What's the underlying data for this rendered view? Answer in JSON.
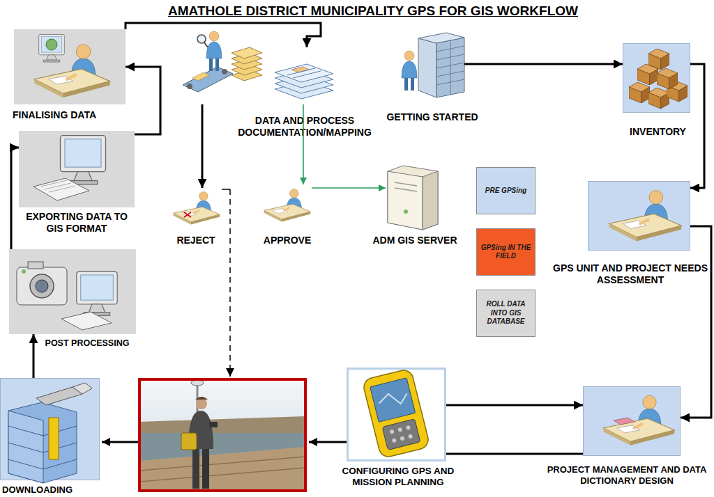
{
  "diagram": {
    "title": "AMATHOLE DISTRICT MUNICIPALITY GPS FOR GIS WORKFLOW",
    "nodes": [
      {
        "text": [
          "FINALISING DATA"
        ]
      },
      {
        "text": [
          "DATA AND PROCESS DOCUMENTATION/MAPPING"
        ]
      },
      {
        "text": [
          "GETTING STARTED"
        ]
      },
      {
        "text": [
          "INVENTORY"
        ]
      },
      {
        "text": [
          "EXPORTING DATA TO GIS FORMAT"
        ]
      },
      {
        "text": [
          "REJECT"
        ]
      },
      {
        "text": [
          "APPROVE"
        ]
      },
      {
        "text": [
          "ADM GIS SERVER"
        ]
      },
      {
        "text": [
          "GPS UNIT AND PROJECT NEEDS ASSESSMENT"
        ]
      },
      {
        "text": [
          "POST PROCESSING"
        ]
      },
      {
        "text": [
          "DOWNLOADING"
        ]
      },
      {
        "text": [
          "CONFIGURING GPS AND MISSION PLANNING"
        ]
      },
      {
        "text": [
          "PROJECT MANAGEMENT AND DATA DICTIONARY DESIGN"
        ]
      }
    ],
    "edges": [
      {
        "from": 0,
        "to": 1,
        "arrow": "to"
      },
      {
        "from": 4,
        "to": 0,
        "arrow": "to"
      },
      {
        "from": 9,
        "to": 4,
        "arrow": "to"
      },
      {
        "from": 10,
        "to": 9,
        "arrow": "to"
      },
      {
        "from": 1,
        "to": 5,
        "arrow": "to"
      },
      {
        "from": 1,
        "to": 6,
        "arrow": "to"
      },
      {
        "from": 6,
        "to": 7,
        "arrow": "to"
      },
      {
        "from": 2,
        "to": 3,
        "arrow": "to"
      },
      {
        "from": 3,
        "to": 8,
        "arrow": "to"
      },
      {
        "from": 8,
        "to": 12,
        "arrow": "to"
      },
      {
        "from": 11,
        "to": 12,
        "arrow": "to"
      },
      {
        "from": 12,
        "to": 11,
        "arrow": "none"
      }
    ],
    "legend": [
      {
        "text": "PRE GPSing",
        "color": "#c6d9f1"
      },
      {
        "text": "GPSing IN THE FIELD",
        "color": "#f15a24"
      },
      {
        "text": "ROLL DATA INTO GIS DATABASE",
        "color": "#d9d9d9"
      }
    ]
  }
}
